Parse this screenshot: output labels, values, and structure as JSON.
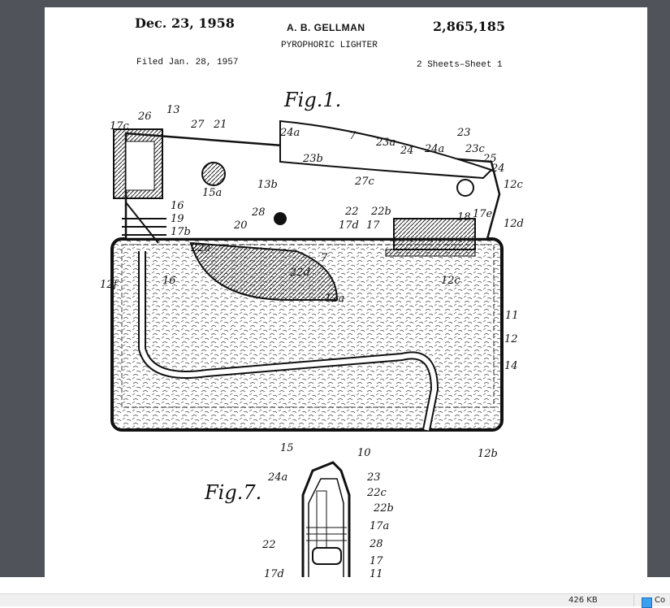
{
  "document": {
    "date": "Dec. 23, 1958",
    "inventor": "A. B. GELLMAN",
    "patent_number": "2,865,185",
    "title": "PYROPHORIC LIGHTER",
    "filed": "Filed Jan. 28, 1957",
    "sheets": "2 Sheets–Sheet 1",
    "fig1_label": "Fig.1.",
    "fig7_label": "Fig.7.",
    "fig1_callouts": [
      "17c",
      "26",
      "13",
      "27",
      "21",
      "24a",
      "7",
      "23a",
      "24",
      "24a",
      "23",
      "23c",
      "25",
      "24",
      "12c",
      "23b",
      "13b",
      "15a",
      "27c",
      "16",
      "19",
      "17b",
      "20",
      "28",
      "22",
      "22b",
      "17d",
      "17",
      "18",
      "17e",
      "12d",
      "22a",
      "7",
      "22d",
      "12c",
      "12f",
      "16",
      "12a",
      "11",
      "12",
      "14",
      "15",
      "10",
      "12b"
    ],
    "fig7_callouts": [
      "24a",
      "23",
      "22c",
      "22b",
      "17a",
      "22",
      "28",
      "17",
      "17d",
      "11"
    ]
  },
  "statusbar": {
    "file_size": "426 KB",
    "item": "Co"
  }
}
